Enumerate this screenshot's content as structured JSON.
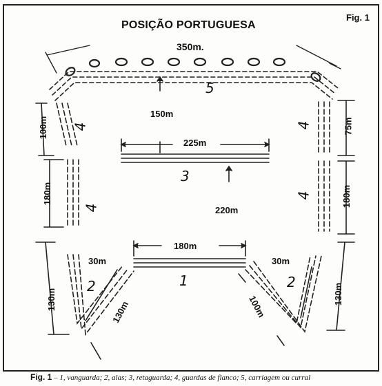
{
  "title": "POSIÇÃO PORTUGUESA",
  "fig_label": "Fig. 1",
  "measurements": {
    "top_width": "350m.",
    "top_gap": "150m",
    "rear_length": "225m",
    "center_gap": "220m",
    "front_length": "180m",
    "left_upper_flank": "100m",
    "left_lower_flank": "180m",
    "right_upper_flank": "75m",
    "right_lower_flank": "180m",
    "left_wing_top": "30m",
    "right_wing_top": "30m",
    "left_wing_side": "130m",
    "left_wing_diag": "130m",
    "right_wing_diag": "100m",
    "right_wing_side": "130m"
  },
  "markers": {
    "vanguard": "1",
    "wings_left": "2",
    "wings_right": "2",
    "rear": "3",
    "flank_left_upper": "4",
    "flank_left_lower": "4",
    "flank_right_upper": "4",
    "flank_right_lower": "4",
    "carriage": "5"
  },
  "caption": {
    "prefix": "Fig. 1",
    "text": "– 1, vanguarda; 2, alas; 3, retaguarda; 4, guardas de flanco; 5, carriagem ou curral"
  }
}
